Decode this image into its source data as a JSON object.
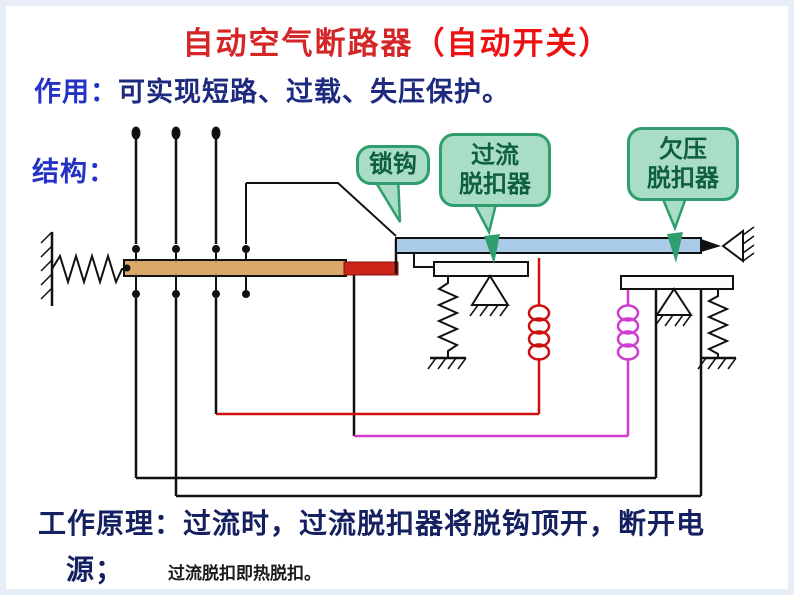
{
  "title": {
    "main": "自动空气断路器",
    "paren": "（自动开关）"
  },
  "function_line": {
    "label": "作用：",
    "text": "可实现短路、过载、失压保护。"
  },
  "structure_label": "结构：",
  "bubbles": {
    "lock_hook": {
      "label": "锁钩"
    },
    "overcurrent": {
      "line1": "过流",
      "line2": "脱扣器"
    },
    "undervoltage": {
      "line1": "欠压",
      "line2": "脱扣器"
    }
  },
  "principle": {
    "line1": "工作原理：过流时，过流脱扣器将脱钩顶开，断开电",
    "line2": "源；",
    "note": "过流脱扣即热脱扣。"
  },
  "colors": {
    "title_red": "#d42626",
    "title_paren_red": "#ee1111",
    "label_blue": "#2433c4",
    "body_navy": "#1d2a7e",
    "principle_navy": "#14205f",
    "bubble_fill": "#a9ddc6",
    "bubble_border": "#2f9e6e",
    "bubble_text": "#0e5f3c",
    "contact_bar_tan": "#d9a96a",
    "contact_bar_red": "#cc2418",
    "trip_bar_blue": "#a9cbe8",
    "coil_red": "#cc1111",
    "coil_magenta": "#cf3ccf",
    "wire_black": "#111111"
  }
}
